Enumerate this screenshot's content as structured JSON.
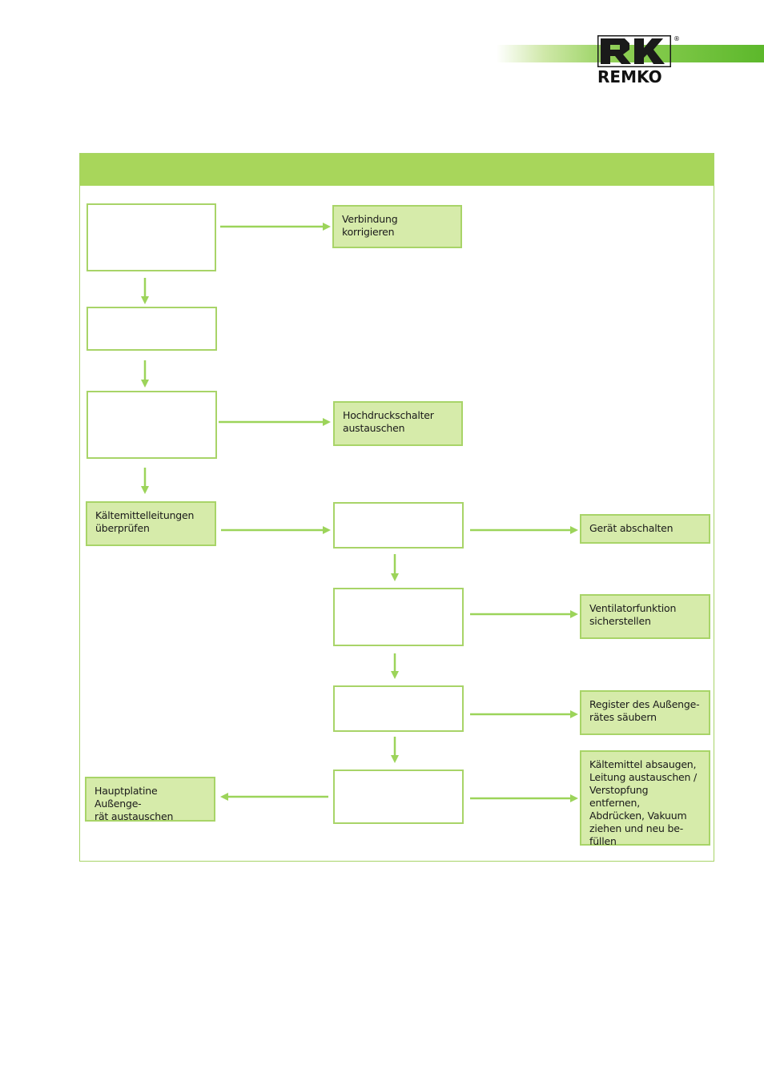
{
  "brand": {
    "logo_text": "REMKO",
    "registered_mark": "®",
    "color_accent": "#5cb82b",
    "color_header": "#a8d65b",
    "color_action_fill": "#d6ebaa",
    "color_border": "#a8d468"
  },
  "flowchart": {
    "header_title": "",
    "nodes": {
      "check1": "",
      "action_connection": "Verbindung\nkorrigieren",
      "check2": "",
      "check3": "",
      "action_pressure_switch": "Hochdruckschalter\naustauschen",
      "step_refrigerant_lines": "Kältemittelleitungen\nüberprüfen",
      "check4": "",
      "action_switch_off": "Gerät abschalten",
      "check5": "",
      "action_fan": "Ventilatorfunktion\nsicherstellen",
      "check6": "",
      "action_clean_register": "Register des Außenge-\nrätes säubern",
      "check7": "",
      "action_replace_board": "Hauptplatine Außenge-\nrät austauschen",
      "action_refrigerant": "Kältemittel absaugen,\nLeitung austauschen /\nVerstopfung entfernen,\nAbdrücken, Vakuum\nziehen und neu be-\nfüllen"
    }
  }
}
